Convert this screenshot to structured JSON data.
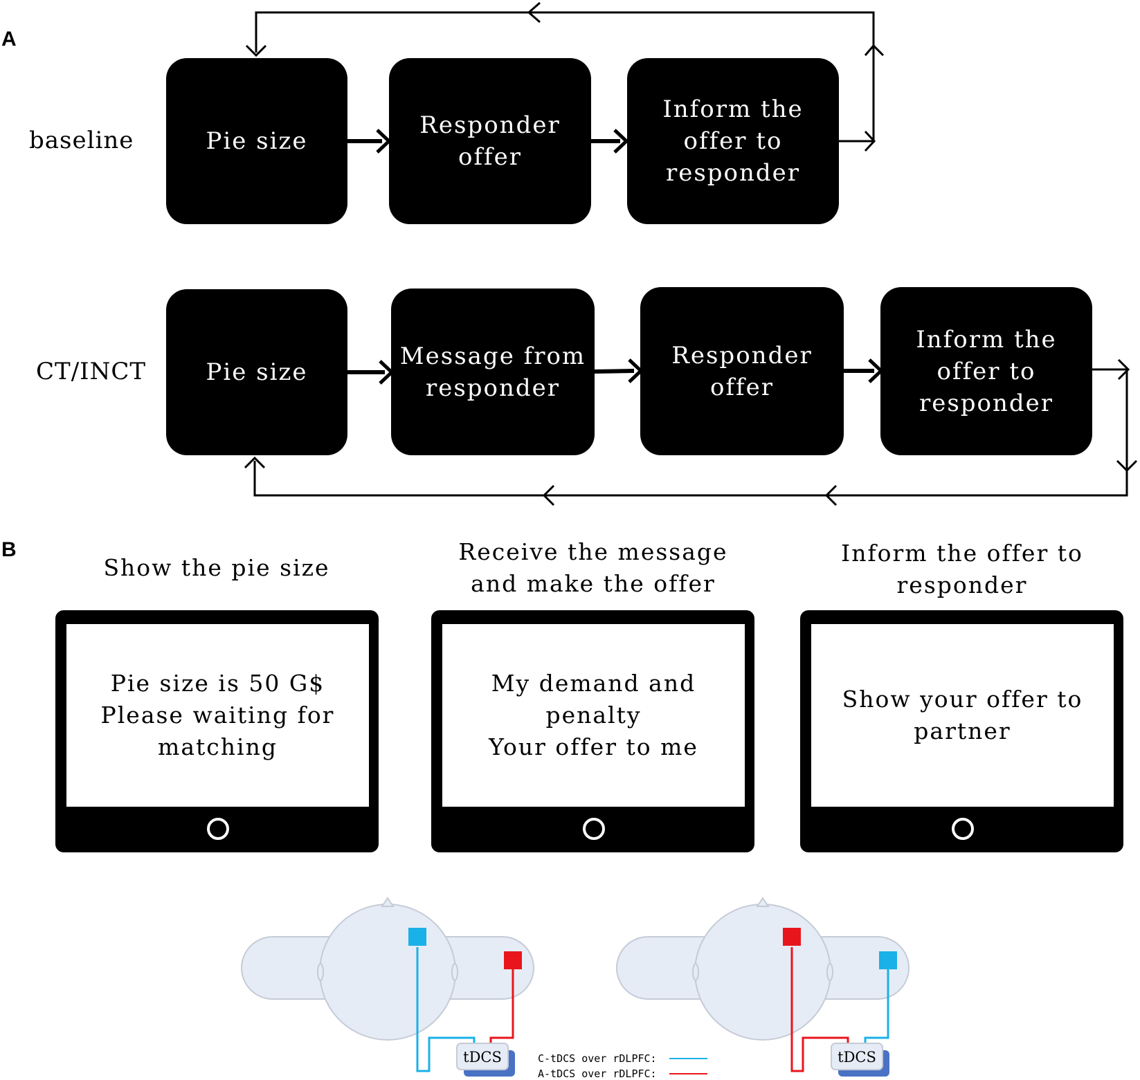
{
  "panel_a": {
    "letter": "A",
    "baseline": {
      "label": "baseline",
      "steps": [
        "Pie size",
        "Responder\noffer",
        "Inform the\noffer to\nresponder"
      ]
    },
    "ct_inct": {
      "label": "CT/INCT",
      "steps": [
        "Pie size",
        "Message from\nresponder",
        "Responder\noffer",
        "Inform the\noffer to\nresponder"
      ]
    }
  },
  "panel_b": {
    "letter": "B",
    "screens": [
      {
        "title": "Show the pie size",
        "content": "Pie size is 50 G$\nPlease waiting for\nmatching"
      },
      {
        "title": "Receive the message\nand make the offer",
        "content": "My demand and penalty\nYour offer to me"
      },
      {
        "title": "Inform the offer to\nresponder",
        "content": "Show your offer to\npartner"
      }
    ],
    "tdcs": {
      "device_label": "tDCS",
      "legend": [
        {
          "text": "C-tDCS over rDLPFC:",
          "color": "#1ab0e8"
        },
        {
          "text": "A-tDCS over rDLPFC:",
          "color": "#e8161c"
        }
      ],
      "colors": {
        "cathode": "#1ab0e8",
        "anode": "#e8161c",
        "head": "#e6ecf6",
        "head_outline": "#c5cbd6",
        "device_shadow": "#4a72c4"
      }
    }
  }
}
